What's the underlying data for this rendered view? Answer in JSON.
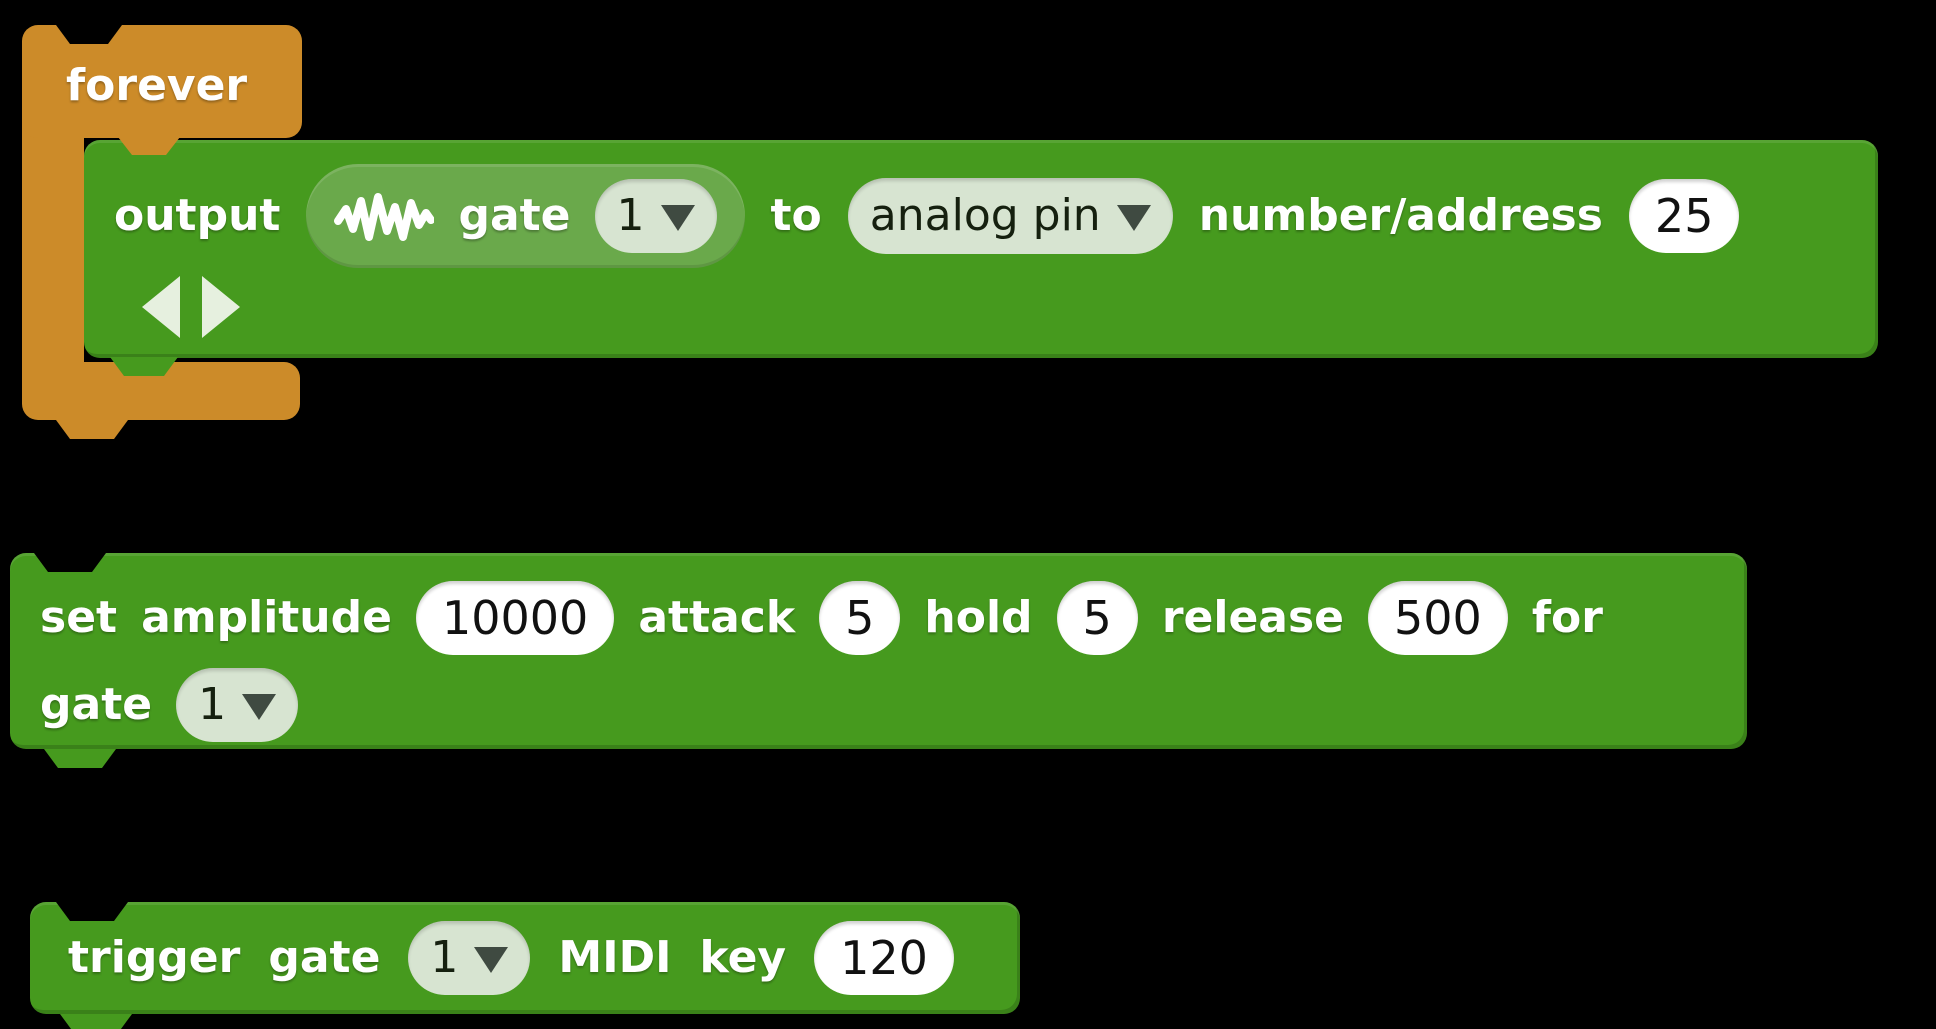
{
  "app": {
    "name": "block-script-area"
  },
  "colors": {
    "background": "#000000",
    "block_green": "#469a1e",
    "block_orange": "#cc8b29",
    "reporter_green": "#6aa94b",
    "dropdown_pill": "#d7e4d1",
    "input_oval": "#ffffff",
    "dropdown_arrow": "#3f4a41",
    "expand_arrows": "#e6f0df"
  },
  "icons": {
    "waveform": "waveform-icon",
    "dropdown_arrow": "dropdown-arrow-icon",
    "collapse": "left-triangle-icon",
    "expand": "right-triangle-icon"
  },
  "blocks": {
    "forever": {
      "label": "forever"
    },
    "output": {
      "label": "output",
      "signal_reporter": {
        "label": "gate",
        "dropdown_value": "1"
      },
      "to_label": "to",
      "destination_dropdown_value": "analog pin",
      "address_label": "number/address",
      "address_value": "25"
    },
    "set_envelope": {
      "set_label": "set",
      "amplitude_label": "amplitude",
      "amplitude_value": "10000",
      "attack_label": "attack",
      "attack_value": "5",
      "hold_label": "hold",
      "hold_value": "5",
      "release_label": "release",
      "release_value": "500",
      "for_label": "for",
      "gate_label": "gate",
      "gate_value": "1"
    },
    "trigger_gate": {
      "trigger_label": "trigger",
      "gate_label": "gate",
      "gate_value": "1",
      "midi_label": "MIDI",
      "key_label": "key",
      "key_value": "120"
    }
  }
}
